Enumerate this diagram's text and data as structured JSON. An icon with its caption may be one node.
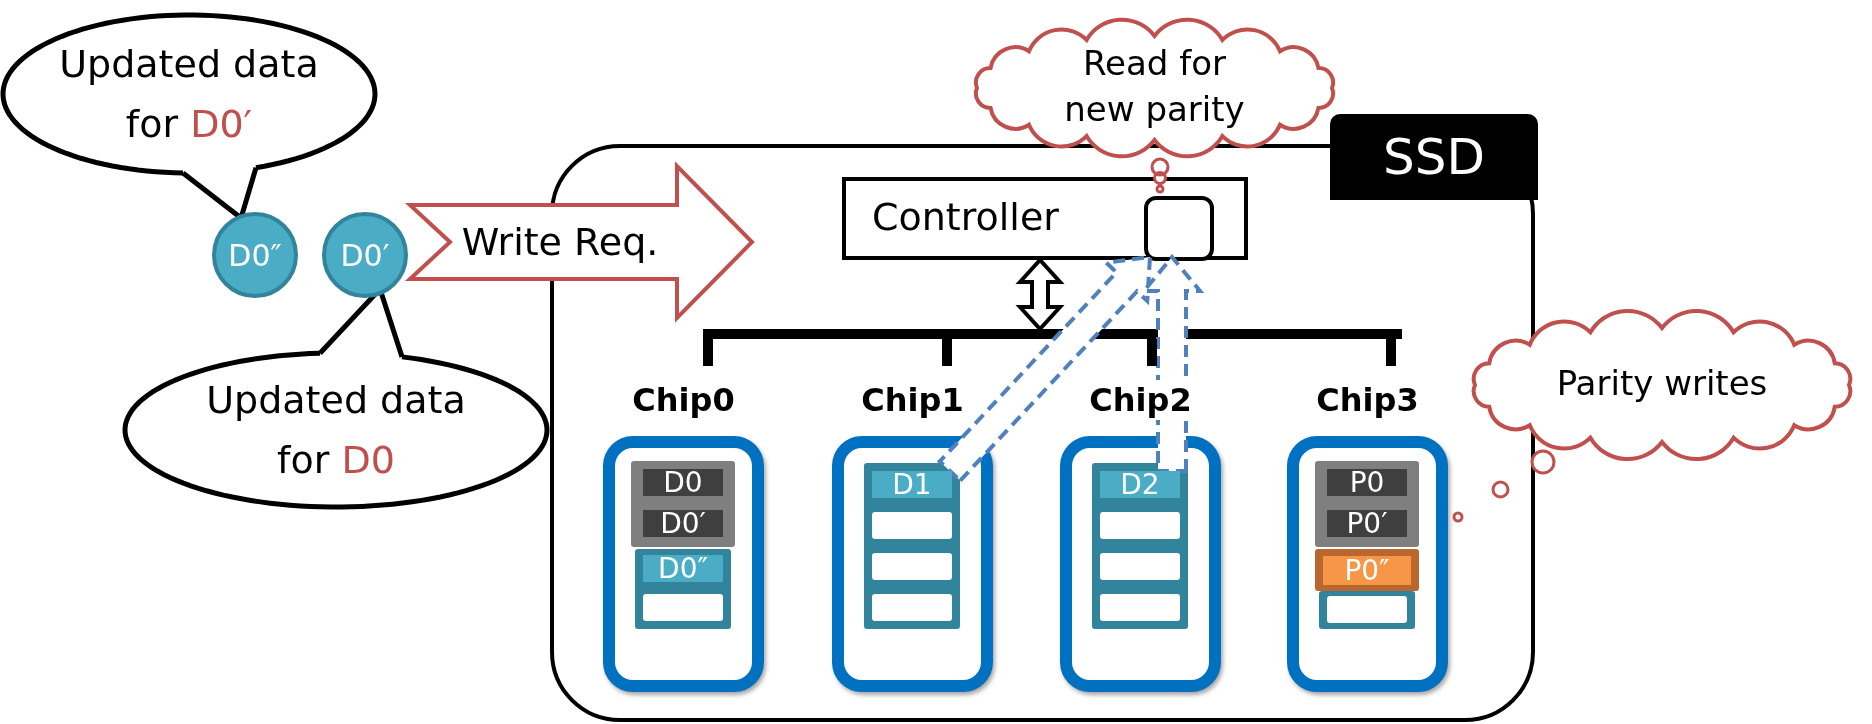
{
  "diagram": {
    "nodes": [
      {
        "text": [
          "Updated data for",
          "D0′"
        ]
      },
      {
        "text": [
          "Updated data for",
          "D0"
        ]
      },
      {
        "text": [
          "D0″"
        ]
      },
      {
        "text": [
          "D0′"
        ]
      },
      {
        "text": [
          "SSD"
        ]
      },
      {
        "text": [
          "Controller"
        ],
        "in": 4
      },
      {
        "text": [],
        "shape": "box",
        "in": 5
      },
      {
        "text": [
          "Read for new parity"
        ]
      },
      {
        "text": [
          "Parity writes"
        ]
      },
      {
        "text": [],
        "shape": "bar",
        "in": 4
      },
      {
        "text": [
          "Chip0"
        ],
        "in": 4
      },
      {
        "text": [
          "Chip1"
        ],
        "in": 4
      },
      {
        "text": [
          "Chip2"
        ],
        "in": 4
      },
      {
        "text": [
          "Chip3"
        ],
        "in": 4
      },
      {
        "text": [],
        "shape": "box",
        "in": 10
      },
      {
        "text": [
          "D0"
        ],
        "in": 14
      },
      {
        "text": [
          "D0′"
        ],
        "in": 14
      },
      {
        "text": [],
        "shape": "box",
        "in": 10
      },
      {
        "text": [
          "D0″"
        ],
        "in": 17
      },
      {
        "text": [],
        "shape": "box",
        "in": 17
      },
      {
        "text": [],
        "shape": "box",
        "in": 11
      },
      {
        "text": [
          "D1"
        ],
        "in": 20
      },
      {
        "text": [],
        "shape": "box",
        "in": 20
      },
      {
        "text": [],
        "shape": "box",
        "in": 20
      },
      {
        "text": [],
        "shape": "box",
        "in": 20
      },
      {
        "text": [],
        "shape": "box",
        "in": 12
      },
      {
        "text": [
          "D2"
        ],
        "in": 25
      },
      {
        "text": [],
        "shape": "box",
        "in": 25
      },
      {
        "text": [],
        "shape": "box",
        "in": 25
      },
      {
        "text": [],
        "shape": "box",
        "in": 25
      },
      {
        "text": [],
        "shape": "box",
        "in": 13
      },
      {
        "text": [
          "P0"
        ],
        "in": 30
      },
      {
        "text": [
          "P0′"
        ],
        "in": 30
      },
      {
        "text": [],
        "shape": "box",
        "in": 13
      },
      {
        "text": [
          "P0″"
        ],
        "in": 33
      },
      {
        "text": [],
        "shape": "box",
        "in": 13
      },
      {
        "text": [],
        "shape": "box",
        "in": 35
      }
    ],
    "edges": [
      {
        "from": 0,
        "to": 2,
        "arrow": "none"
      },
      {
        "from": 1,
        "to": 3,
        "arrow": "none"
      },
      {
        "from": 3,
        "to": null,
        "arrow": "to",
        "label": "Write Req.",
        "color": "#c0504d"
      },
      {
        "from": 21,
        "to": 6,
        "arrow": "to",
        "style": "dashed",
        "color": "#4f81bd"
      },
      {
        "from": 26,
        "to": 6,
        "arrow": "to",
        "style": "dashed",
        "color": "#4f81bd"
      },
      {
        "from": 7,
        "to": 6,
        "arrow": "none",
        "color": "#c0504d"
      },
      {
        "from": 8,
        "to": 13,
        "arrow": "none",
        "color": "#c0504d"
      },
      {
        "from": 9,
        "to": 5,
        "arrow": "both"
      },
      {
        "from": 9,
        "to": 10,
        "arrow": "none"
      },
      {
        "from": 9,
        "to": 11,
        "arrow": "none"
      },
      {
        "from": 9,
        "to": 12,
        "arrow": "none"
      },
      {
        "from": 9,
        "to": 13,
        "arrow": "none"
      }
    ]
  }
}
